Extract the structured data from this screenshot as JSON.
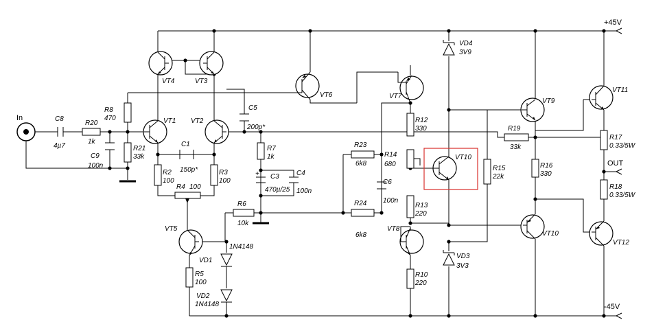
{
  "rails": {
    "pos": "+45V",
    "neg": "-45V",
    "out": "OUT",
    "input": "In"
  },
  "transistors": {
    "vt1": "VT1",
    "vt2": "VT2",
    "vt3": "VT3",
    "vt4": "VT4",
    "vt5": "VT5",
    "vt6": "VT6",
    "vt7": "VT7",
    "vt8": "VT8",
    "vt9": "VT9",
    "vt10": "VT10",
    "vt10b": "VT10",
    "vt11": "VT11",
    "vt12": "VT12"
  },
  "resistors": {
    "r2": {
      "name": "R2",
      "value": "100"
    },
    "r3": {
      "name": "R3",
      "value": "100"
    },
    "r4": {
      "name": "R4",
      "value": "100"
    },
    "r5": {
      "name": "R5",
      "value": "100"
    },
    "r6": {
      "name": "R6",
      "value": "10k"
    },
    "r7": {
      "name": "R7",
      "value": "1k"
    },
    "r8": {
      "name": "R8",
      "value": "470"
    },
    "r10": {
      "name": "R10",
      "value": "220"
    },
    "r12": {
      "name": "R12",
      "value": "330"
    },
    "r13": {
      "name": "R13",
      "value": "220"
    },
    "r14": {
      "name": "R14",
      "value": "680"
    },
    "r15": {
      "name": "R15",
      "value": "22k"
    },
    "r16": {
      "name": "R16",
      "value": "330"
    },
    "r17": {
      "name": "R17",
      "value": "0.33/5W"
    },
    "r18": {
      "name": "R18",
      "value": "0.33/5W"
    },
    "r19": {
      "name": "R19",
      "value": "33k"
    },
    "r20": {
      "name": "R20",
      "value": "1k"
    },
    "r21": {
      "name": "R21",
      "value": "33k"
    },
    "r23": {
      "name": "R23",
      "value": "6k8"
    },
    "r24": {
      "name": "R24",
      "value": "6k8"
    }
  },
  "capacitors": {
    "c1": {
      "name": "C1",
      "value": "150p*"
    },
    "c3": {
      "name": "C3",
      "value": "470µ/25"
    },
    "c4": {
      "name": "C4",
      "value": "100n"
    },
    "c5": {
      "name": "C5",
      "value": "200p*"
    },
    "c6": {
      "name": "C6",
      "value": "100n"
    },
    "c8": {
      "name": "C8",
      "value": "4µ7"
    },
    "c9": {
      "name": "C9",
      "value": "100n"
    }
  },
  "diodes": {
    "vd1": {
      "name": "VD1",
      "value": "1N4148"
    },
    "vd2": {
      "name": "VD2",
      "value": "1N4148"
    },
    "vd3": {
      "name": "VD3",
      "value": "3V3"
    },
    "vd4": {
      "name": "VD4",
      "value": "3V9"
    }
  },
  "colors": {
    "wire": "#000000",
    "highlight": "#d9302c",
    "background": "#ffffff"
  }
}
